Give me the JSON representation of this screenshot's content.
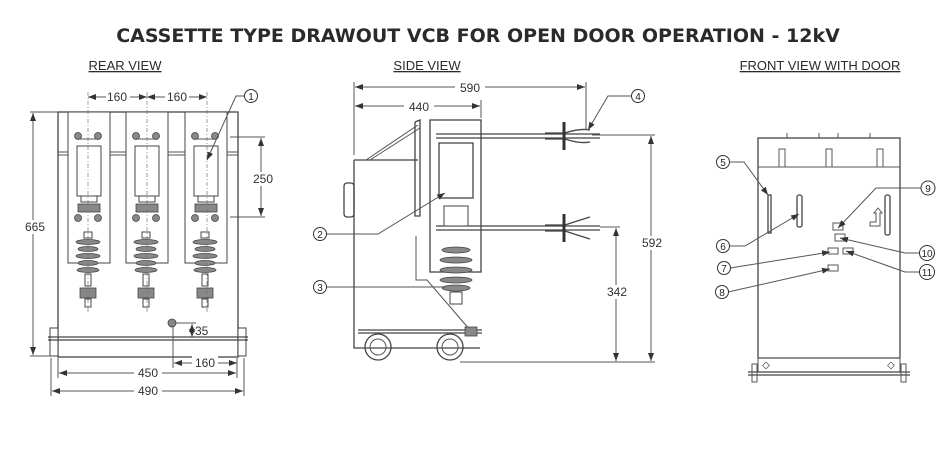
{
  "title": "CASSETTE TYPE DRAWOUT VCB FOR OPEN DOOR OPERATION  - 12kV",
  "views": {
    "rear": {
      "label": "REAR VIEW",
      "dims": {
        "pitch1": "160",
        "pitch2": "160",
        "height": "665",
        "terminal_spacing": "250",
        "offset_v": "35",
        "offset_h": "160",
        "inner_width": "450",
        "outer_width": "490"
      },
      "callouts": [
        "1"
      ]
    },
    "side": {
      "label": "SIDE VIEW",
      "dims": {
        "overall_depth": "590",
        "body_depth": "440",
        "top_terminal_height": "592",
        "bottom_terminal_height": "342"
      },
      "callouts": [
        "2",
        "3",
        "4"
      ]
    },
    "front": {
      "label": "FRONT VIEW WITH DOOR",
      "callouts": [
        "5",
        "6",
        "7",
        "8",
        "9",
        "10",
        "11"
      ]
    }
  }
}
